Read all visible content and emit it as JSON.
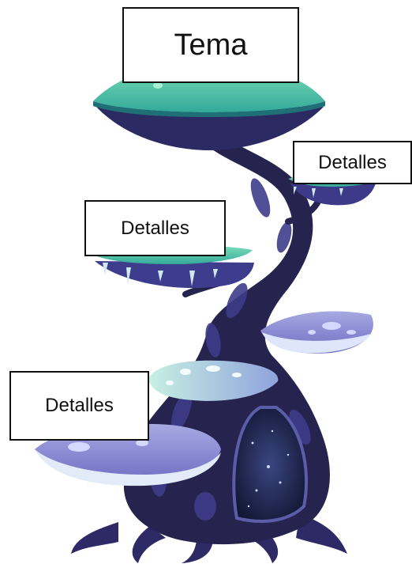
{
  "topic_label": "Tema",
  "detail_labels": [
    "Detalles",
    "Detalles",
    "Detalles"
  ],
  "colors": {
    "trunk_dark": "#26234f",
    "trunk_mid": "#3d3a7e",
    "trunk_spots": "#4c4aa0",
    "cap_teal": "#5fd0a8",
    "cap_teal_light": "#9fe7c9",
    "cap_lavender": "#8f8fd6",
    "cap_light": "#cfe9ee",
    "gill_dark": "#2c2a62",
    "box_border": "#111111"
  }
}
